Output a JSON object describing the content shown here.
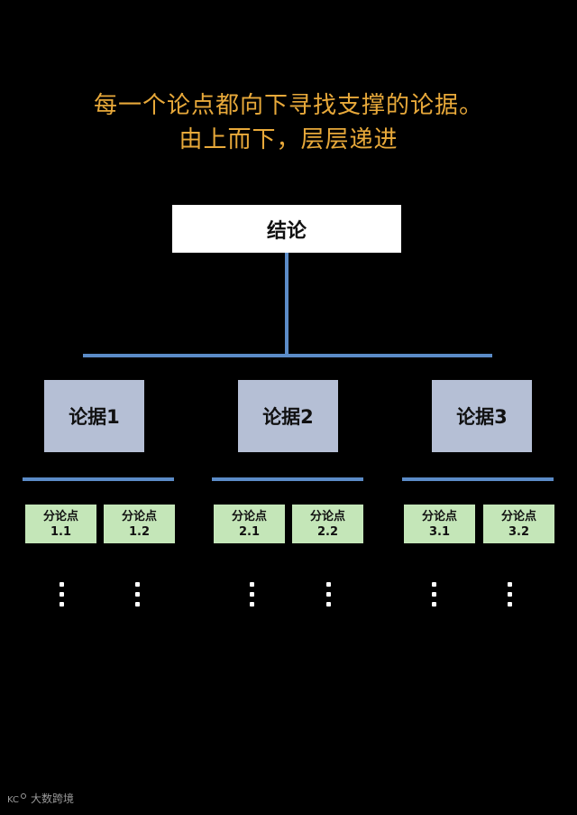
{
  "heading": {
    "line1": "每一个论点都向下寻找支撑的论据。",
    "line2": "由上而下，层层递进"
  },
  "conclusion": {
    "label": "结论"
  },
  "arguments": [
    {
      "label": "论据1"
    },
    {
      "label": "论据2"
    },
    {
      "label": "论据3"
    }
  ],
  "sub_points": [
    {
      "title": "分论点",
      "number": "1.1"
    },
    {
      "title": "分论点",
      "number": "1.2"
    },
    {
      "title": "分论点",
      "number": "2.1"
    },
    {
      "title": "分论点",
      "number": "2.2"
    },
    {
      "title": "分论点",
      "number": "3.1"
    },
    {
      "title": "分论点",
      "number": "3.2"
    }
  ],
  "watermark": {
    "text": "大数跨境"
  },
  "colors": {
    "heading": "#e8a93a",
    "connector": "#5b8bc7",
    "argument_box": "#b5bfd5",
    "sub_box": "#c4e6b8",
    "conclusion_box": "#ffffff",
    "background": "#000000"
  }
}
